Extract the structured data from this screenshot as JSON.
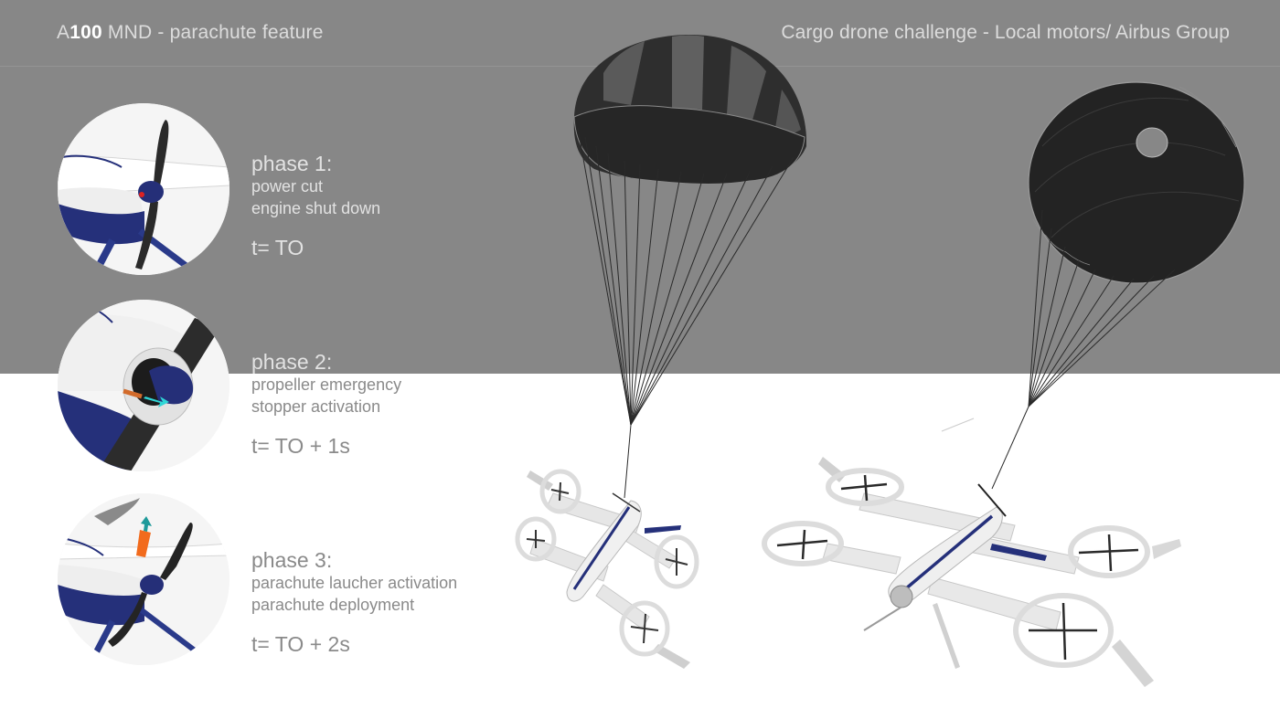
{
  "header": {
    "title_prefix": "A",
    "title_bold": "100",
    "title_suffix": " MND - parachute feature",
    "subtitle": "Cargo drone challenge - Local motors/ Airbus Group"
  },
  "phases": [
    {
      "title": "phase 1:",
      "lines": [
        "power cut",
        "engine shut down"
      ],
      "time": "t= TO"
    },
    {
      "title": "phase 2:",
      "lines": [
        "propeller emergency",
        "stopper activation"
      ],
      "time": "t= TO + 1s"
    },
    {
      "title": "phase 3:",
      "lines": [
        "parachute laucher activation",
        "parachute deployment"
      ],
      "time": "t= TO + 2s"
    }
  ],
  "colors": {
    "background_gray": "#878787",
    "background_white": "#ffffff",
    "drone_accent_blue": "#25307a",
    "stopper_arrow_cyan": "#2fd6d6",
    "launcher_orange": "#f26b1d",
    "parachute_dark": "#262626"
  },
  "illustrations": {
    "phase_1_image": "propeller-closeup-power-cut",
    "phase_2_image": "propeller-stopper-activation",
    "phase_3_image": "parachute-launcher-activation",
    "scene_left": "drone-descending-under-parachute-side-view",
    "scene_right": "drone-descending-under-parachute-top-view"
  }
}
